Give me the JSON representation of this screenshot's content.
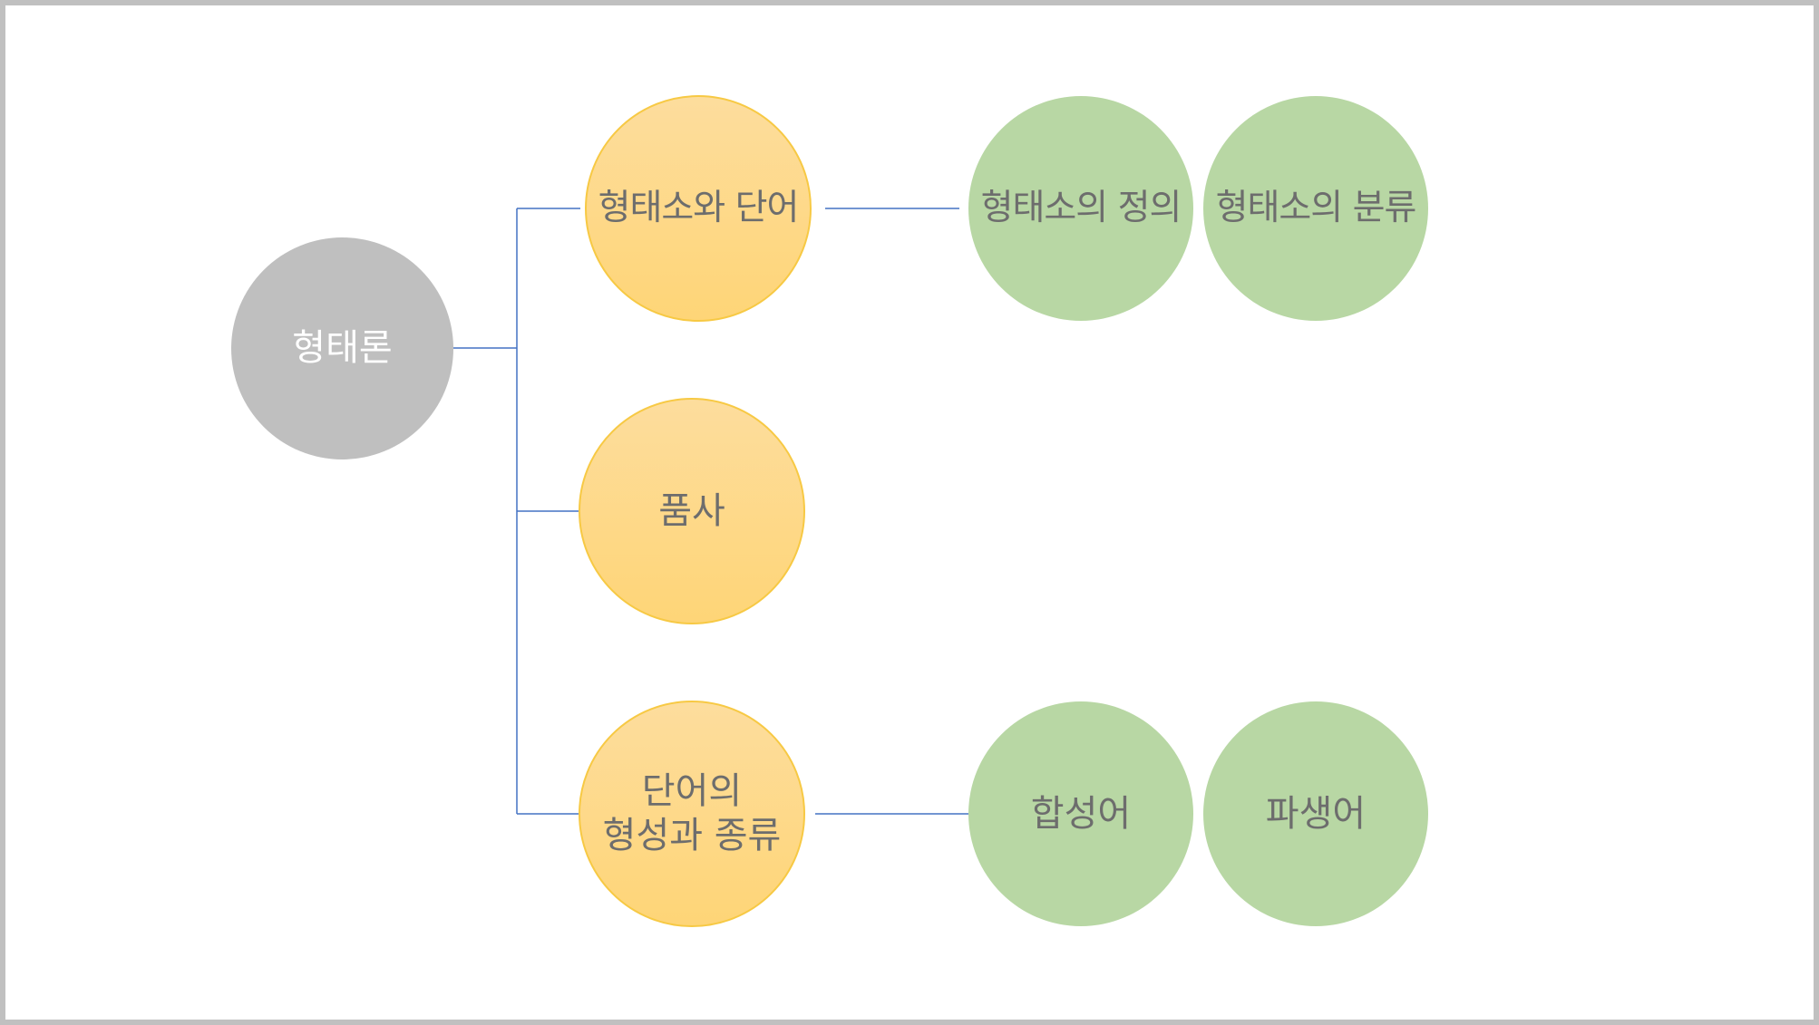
{
  "root": {
    "label": "형태론"
  },
  "branches": [
    {
      "label": "형태소와 단어",
      "children": [
        "형태소의 정의",
        "형태소의 분류"
      ]
    },
    {
      "label": "품사",
      "children": []
    },
    {
      "label": "단어의\n형성과 종류",
      "children": [
        "합성어",
        "파생어"
      ]
    }
  ],
  "colors": {
    "root_fill": "#bfbfbf",
    "branch_fill_top": "#fddd9d",
    "branch_fill_bottom": "#fed577",
    "branch_border": "#f7c944",
    "leaf_fill": "#b8d7a4",
    "connector": "#4472c4",
    "frame_border": "#c0c0c0"
  }
}
